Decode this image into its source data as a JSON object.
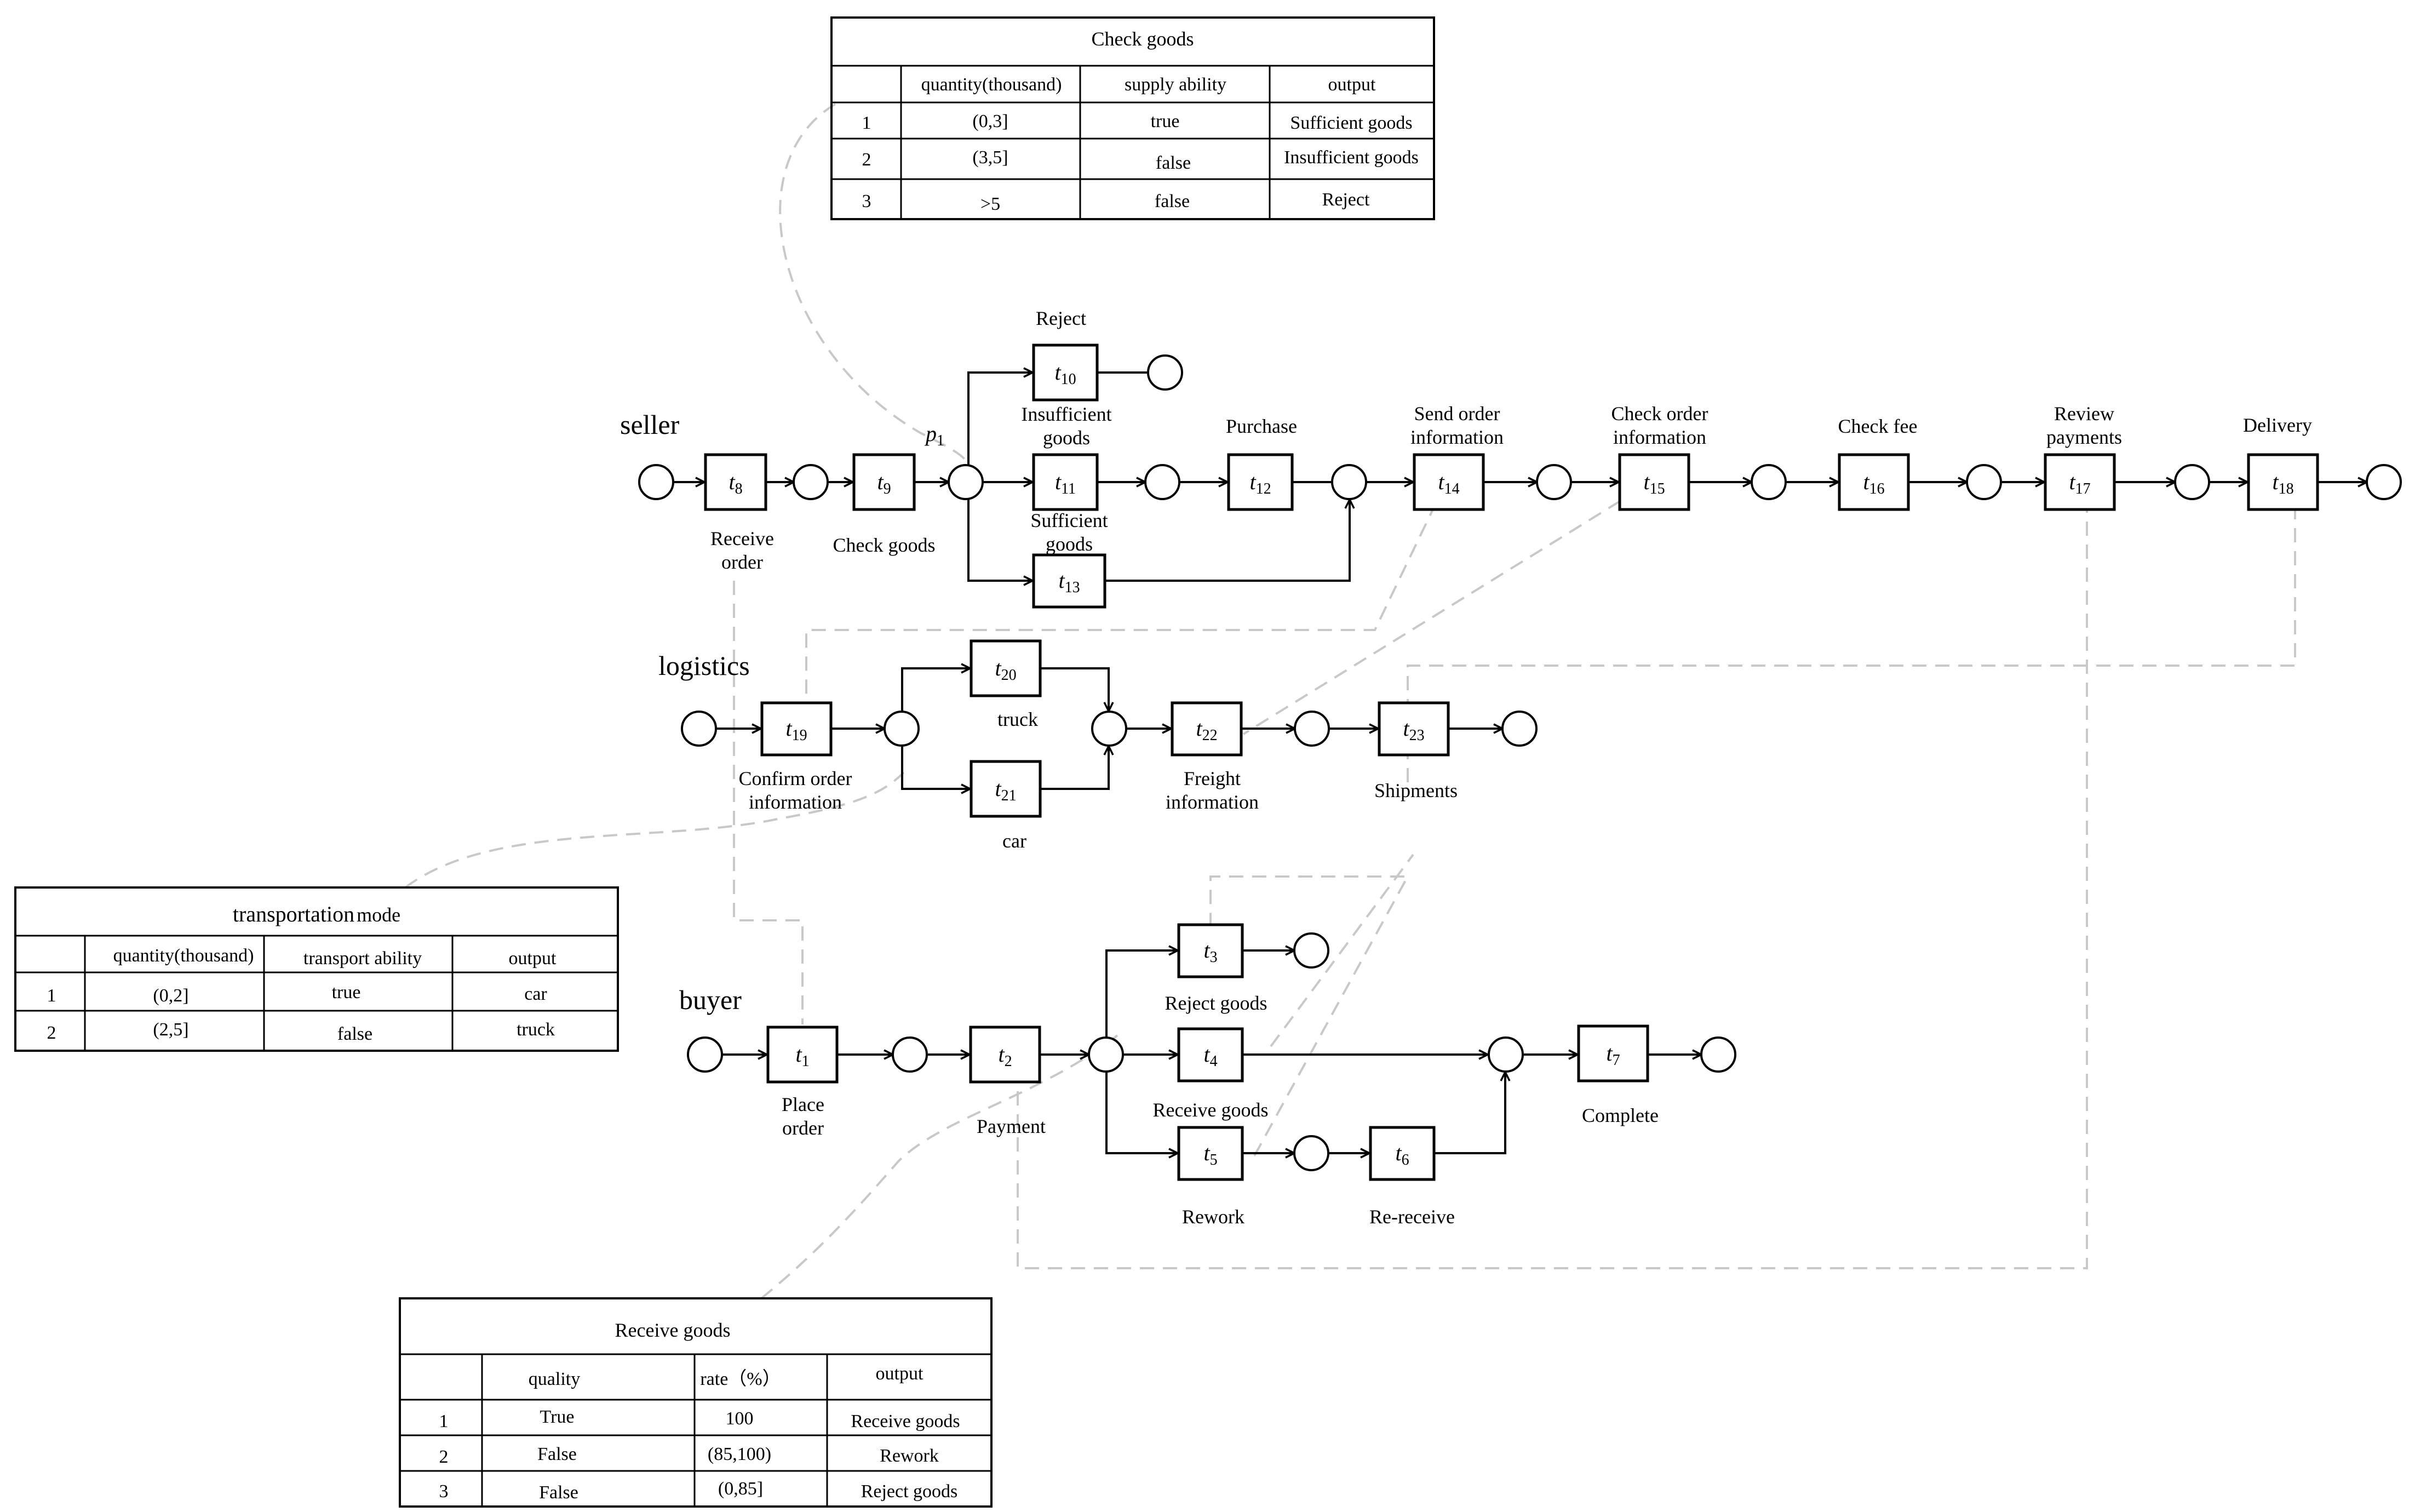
{
  "lanes": {
    "seller": "seller",
    "logistics": "logistics",
    "buyer": "buyer"
  },
  "place_labels": {
    "p1_main": "p",
    "p1_sub": "1"
  },
  "transitions": {
    "t8": {
      "main": "t",
      "sub": "8"
    },
    "t9": {
      "main": "t",
      "sub": "9"
    },
    "t10": {
      "main": "t",
      "sub": "10"
    },
    "t11": {
      "main": "t",
      "sub": "11"
    },
    "t12": {
      "main": "t",
      "sub": "12"
    },
    "t13": {
      "main": "t",
      "sub": "13"
    },
    "t14": {
      "main": "t",
      "sub": "14"
    },
    "t15": {
      "main": "t",
      "sub": "15"
    },
    "t16": {
      "main": "t",
      "sub": "16"
    },
    "t17": {
      "main": "t",
      "sub": "17"
    },
    "t18": {
      "main": "t",
      "sub": "18"
    },
    "t19": {
      "main": "t",
      "sub": "19"
    },
    "t20": {
      "main": "t",
      "sub": "20"
    },
    "t21": {
      "main": "t",
      "sub": "21"
    },
    "t22": {
      "main": "t",
      "sub": "22"
    },
    "t23": {
      "main": "t",
      "sub": "23"
    },
    "t1": {
      "main": "t",
      "sub": "1"
    },
    "t2": {
      "main": "t",
      "sub": "2"
    },
    "t3": {
      "main": "t",
      "sub": "3"
    },
    "t4": {
      "main": "t",
      "sub": "4"
    },
    "t5": {
      "main": "t",
      "sub": "5"
    },
    "t6": {
      "main": "t",
      "sub": "6"
    },
    "t7": {
      "main": "t",
      "sub": "7"
    }
  },
  "labels": {
    "receive_order_1": "Receive",
    "receive_order_2": "order",
    "check_goods": "Check goods",
    "reject": "Reject",
    "insufficient_goods_1": "Insufficient",
    "insufficient_goods_2": "goods",
    "sufficient_goods_1": "Sufficient",
    "sufficient_goods_2": "goods",
    "purchase": "Purchase",
    "send_order_info_1": "Send order",
    "send_order_info_2": "information",
    "check_order_info_1": "Check order",
    "check_order_info_2": "information",
    "check_fee": "Check fee",
    "review_payments_1": "Review",
    "review_payments_2": "payments",
    "delivery": "Delivery",
    "truck": "truck",
    "car": "car",
    "confirm_order_info_1": "Confirm order",
    "confirm_order_info_2": "information",
    "freight_info_1": "Freight",
    "freight_info_2": "information",
    "shipments": "Shipments",
    "reject_goods": "Reject goods",
    "receive_goods": "Receive goods",
    "rework": "Rework",
    "re_receive": "Re-receive",
    "place_order_1": "Place",
    "place_order_2": "order",
    "payment": "Payment",
    "complete": "Complete"
  },
  "tables": {
    "check_goods": {
      "title": "Check goods",
      "headers": [
        "",
        "quantity(thousand)",
        "supply ability",
        "output"
      ],
      "rows": [
        [
          "1",
          "(0,3]",
          "true",
          "Sufficient goods"
        ],
        [
          "2",
          "(3,5]",
          "false",
          "Insufficient goods"
        ],
        [
          "3",
          ">5",
          "false",
          "Reject"
        ]
      ]
    },
    "transportation_mode": {
      "title": "transportation",
      "title_suffix": "mode",
      "headers": [
        "",
        "quantity(thousand)",
        "transport ability",
        "output"
      ],
      "rows": [
        [
          "1",
          "(0,2]",
          "true",
          "car"
        ],
        [
          "2",
          "(2,5]",
          "false",
          "truck"
        ]
      ]
    },
    "receive_goods": {
      "title": "Receive goods",
      "headers": [
        "",
        "quality",
        "rate（%）",
        "output"
      ],
      "rows": [
        [
          "1",
          "True",
          "100",
          "Receive goods"
        ],
        [
          "2",
          "False",
          "(85,100)",
          "Rework"
        ],
        [
          "3",
          "False",
          "(0,85]",
          "Reject goods"
        ]
      ]
    }
  }
}
